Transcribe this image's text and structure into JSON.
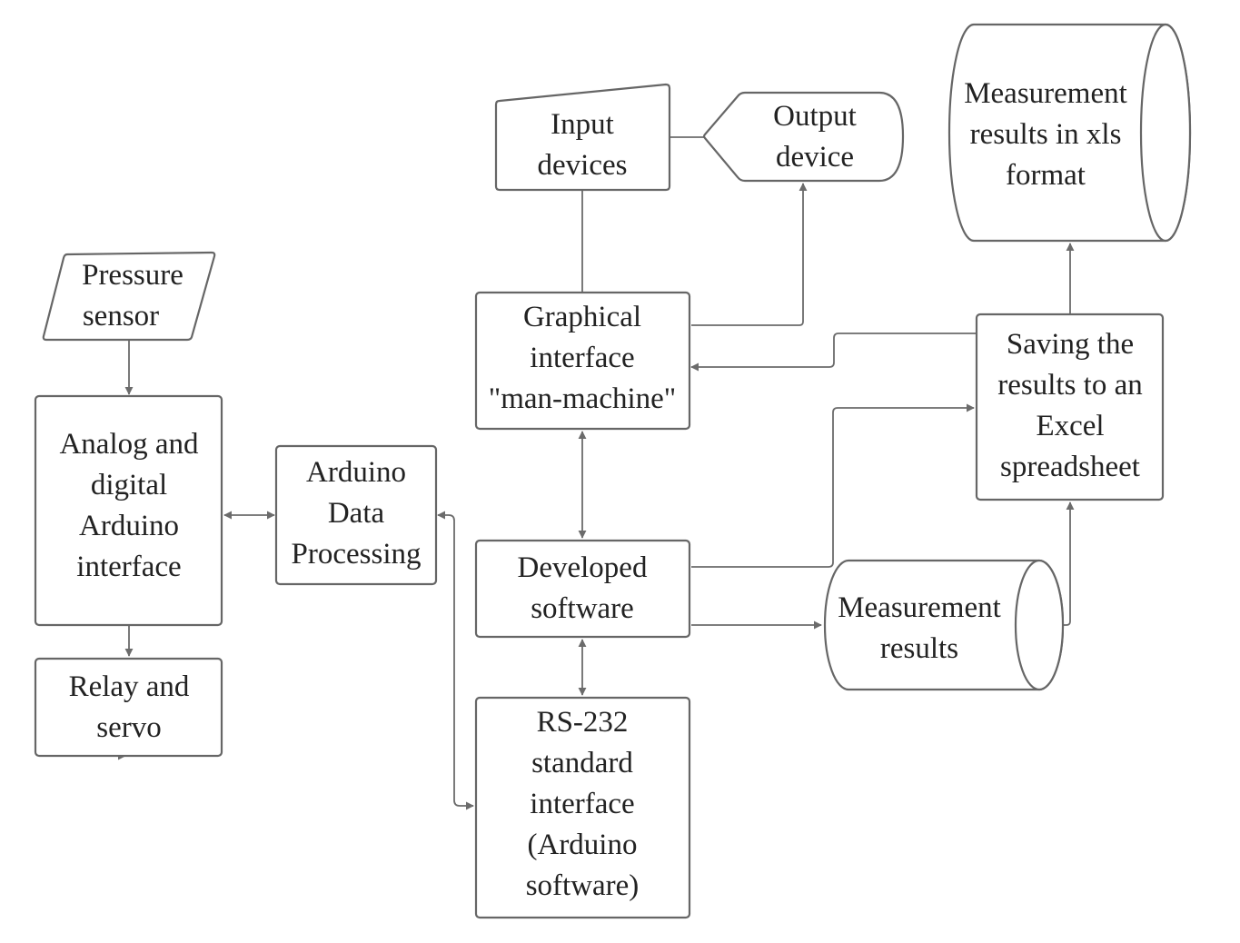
{
  "diagram": {
    "title": "",
    "nodes": {
      "pressure_sensor": {
        "type": "data-parallelogram",
        "lines": [
          "Pressure",
          "sensor"
        ]
      },
      "analog_digital": {
        "type": "process",
        "lines": [
          "Analog and",
          "digital",
          "Arduino",
          "interface"
        ]
      },
      "relay_servo": {
        "type": "process",
        "lines": [
          "Relay and",
          "servo"
        ]
      },
      "arduino_processing": {
        "type": "process",
        "lines": [
          "Arduino",
          "Data",
          "Processing"
        ]
      },
      "input_devices": {
        "type": "manual-input",
        "lines": [
          "Input",
          "devices"
        ]
      },
      "output_device": {
        "type": "display",
        "lines": [
          "Output",
          "device"
        ]
      },
      "graphical_interface": {
        "type": "process",
        "lines": [
          "Graphical",
          "interface",
          "\"man-machine\""
        ]
      },
      "developed_software": {
        "type": "process",
        "lines": [
          "Developed",
          "software"
        ]
      },
      "rs232": {
        "type": "process",
        "lines": [
          "RS-232",
          "standard",
          "interface",
          "(Arduino",
          "software)"
        ]
      },
      "measurement_results": {
        "type": "storage-cylinder",
        "lines": [
          "Measurement",
          "results"
        ]
      },
      "saving_excel": {
        "type": "process",
        "lines": [
          "Saving the",
          "results to an",
          "Excel",
          "spreadsheet"
        ]
      },
      "results_xls": {
        "type": "storage-cylinder",
        "lines": [
          "Measurement",
          "results in xls",
          "format"
        ]
      }
    },
    "edges": [
      {
        "from": "pressure_sensor",
        "to": "analog_digital",
        "direction": "forward"
      },
      {
        "from": "analog_digital",
        "to": "relay_servo",
        "direction": "forward"
      },
      {
        "from": "analog_digital",
        "to": "arduino_processing",
        "direction": "both"
      },
      {
        "from": "rs232",
        "to": "arduino_processing",
        "direction": "both"
      },
      {
        "from": "input_devices",
        "to": "output_device",
        "direction": "none"
      },
      {
        "from": "input_devices",
        "to": "graphical_interface",
        "direction": "none"
      },
      {
        "from": "graphical_interface",
        "to": "output_device",
        "direction": "forward"
      },
      {
        "from": "graphical_interface",
        "to": "developed_software",
        "direction": "both"
      },
      {
        "from": "developed_software",
        "to": "rs232",
        "direction": "both"
      },
      {
        "from": "developed_software",
        "to": "measurement_results",
        "direction": "forward"
      },
      {
        "from": "developed_software",
        "to": "saving_excel",
        "direction": "forward"
      },
      {
        "from": "saving_excel",
        "to": "graphical_interface",
        "direction": "forward"
      },
      {
        "from": "measurement_results",
        "to": "saving_excel",
        "direction": "forward"
      },
      {
        "from": "saving_excel",
        "to": "results_xls",
        "direction": "forward"
      }
    ],
    "colors": {
      "stroke": "#666666",
      "text": "#222222",
      "background": "#ffffff"
    }
  }
}
